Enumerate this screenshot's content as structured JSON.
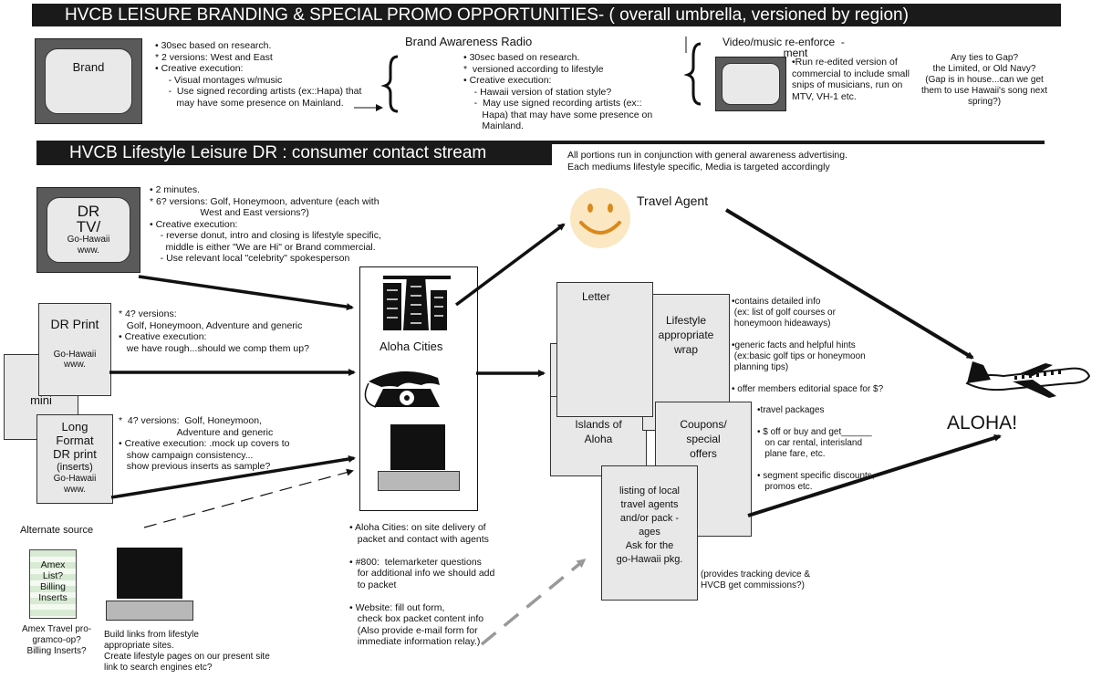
{
  "header1": "HVCB  LEISURE  BRANDING & SPECIAL PROMO OPPORTUNITIES- ( overall umbrella, versioned by region)",
  "header2": "HVCB Lifestyle Leisure DR : consumer contact stream",
  "brand": {
    "label": "Brand",
    "notes": "• 30sec based on research.\n* 2 versions: West and East\n• Creative execution:\n     - Visual montages w/music\n     -  Use signed recording artists (ex::Hapa) that\n        may have some presence on Mainland."
  },
  "radio": {
    "title": "Brand Awareness Radio",
    "notes": "• 30sec based on research.\n*  versioned according to lifestyle\n• Creative execution:\n    - Hawaii version of station style?\n    -  May use signed recording artists (ex::\n       Hapa) that may have some presence on\n       Mainland."
  },
  "video": {
    "title": "Video/music re-enforce  -\n                    ment",
    "notes": "•Run re-edited version of\ncommercial to include small\nsnips of musicians, run on\nMTV, VH-1 etc."
  },
  "gap_note": "Any ties to Gap?\nthe Limited, or Old Navy?\n(Gap is in house...can we get\nthem to use Hawaii's song next\nspring?)",
  "conjunction_note": "All portions run in conjunction with general awareness advertising.\nEach mediums lifestyle specific, Media is targeted accordingly",
  "dr_tv": {
    "label_line1": "DR",
    "label_line2": "TV/",
    "label_line3": "Go-Hawaii",
    "label_line4": "www.",
    "notes": "• 2 minutes.\n* 6? versions: Golf, Honeymoon, adventure (each with\n                   West and East versions?)\n• Creative execution:\n    - reverse donut, intro and closing is lifestyle specific,\n      middle is either \"We are Hi\" or Brand commercial.\n    - Use relevant local \"celebrity\" spokesperson"
  },
  "dr_print": {
    "title": "DR Print",
    "sub1": "Go-Hawaii",
    "sub2": "www.",
    "notes": "* 4? versions:\n   Golf, Honeymoon, Adventure and generic\n• Creative execution:\n   we have rough...should we comp them up?"
  },
  "mini_label": "mini",
  "long_format": {
    "l1": "Long",
    "l2": "Format",
    "l3": "DR print",
    "l4": "(inserts)",
    "l5": "Go-Hawaii",
    "l6": "www.",
    "notes": "*  4? versions:  Golf, Honeymoon,\n                      Adventure and generic\n• Creative execution: .mock up covers to\n   show campaign consistency...\n   show previous inserts as sample?"
  },
  "alternate_source": "Alternate source",
  "amex": {
    "l1": "Amex",
    "l2": "List?",
    "l3": "Billing",
    "l4": "Inserts",
    "caption": "Amex Travel pro-\ngramco-op?\nBilling Inserts?"
  },
  "laptop_note": "Build links from lifestyle\nappropriate sites.\nCreate lifestyle pages on our present site\nlink to search engines etc?",
  "aloha_cities": "Aloha Cities",
  "hub_notes": "• Aloha Cities: on site delivery of\n   packet and contact with agents\n\n• #800:  telemarketer questions\n   for additional info we should add\n   to packet\n\n• Website: fill out form,\n   check box packet content info\n   (Also provide e-mail form for\n   immediate information relay.)",
  "travel_agent": "Travel Agent",
  "packet": {
    "letter": "Letter",
    "wrap1": "Lifestyle",
    "wrap2": "appropriate",
    "wrap3": "wrap",
    "islands1": "Islands of",
    "islands2": "Aloha",
    "coupons1": "Coupons/",
    "coupons2": "special",
    "coupons3": "offers",
    "listing1": "listing of local",
    "listing2": "travel agents",
    "listing3": "and/or pack -",
    "listing4": "ages",
    "listing5": "Ask for the",
    "listing6": "go-Hawaii pkg."
  },
  "packet_notes1": "•contains detailed info\n (ex: list of golf courses or\n honeymoon hideaways)\n\n•generic facts and helpful hints\n (ex:basic golf tips or honeymoon\n planning tips)\n\n• offer members editorial space for $?",
  "packet_notes2": "•travel packages\n\n• $ off or buy and get______\n   on car rental, interisland\n   plane fare, etc.\n\n• segment specific discounts,\n   promos etc.",
  "tracking_note": "(provides tracking device &\nHVCB get commissions?)",
  "aloha": "ALOHA!"
}
